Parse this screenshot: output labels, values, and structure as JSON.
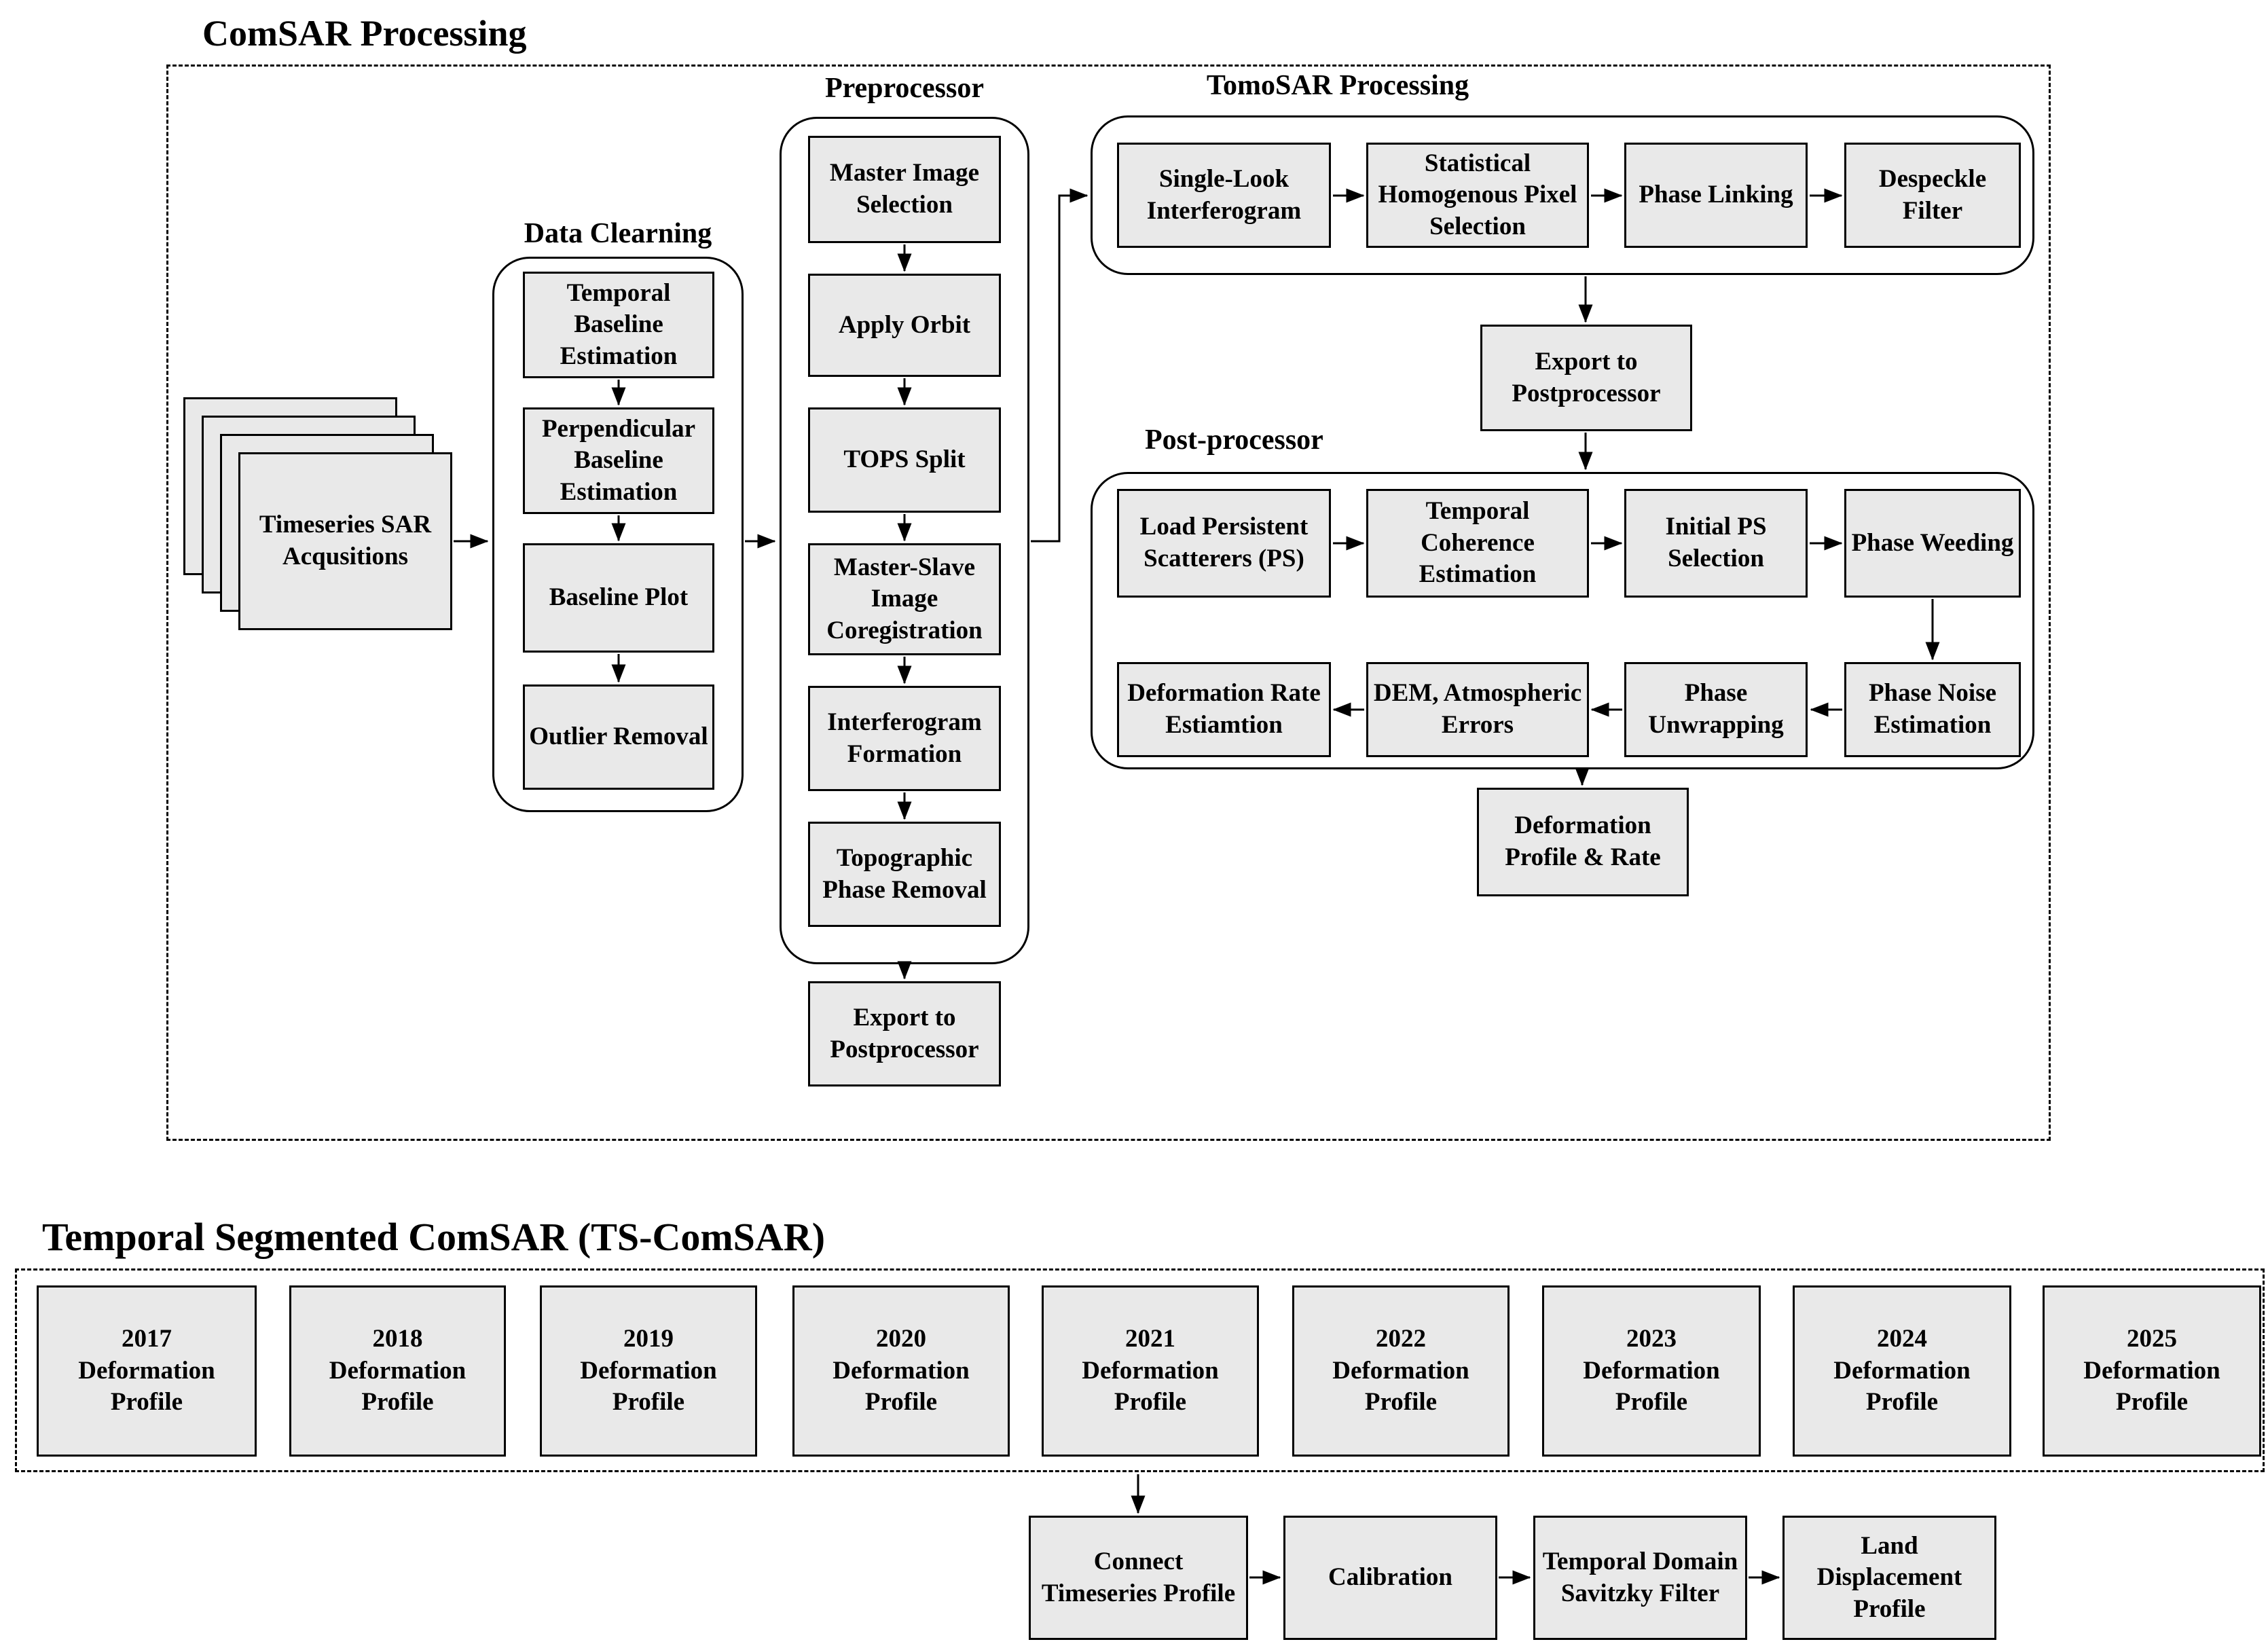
{
  "main_title": "ComSAR Processing",
  "comsar": {
    "input_stack_label": "Timeseries SAR Acqusitions",
    "data_clearning": {
      "label": "Data Clearning",
      "steps": [
        "Temporal Baseline Estimation",
        "Perpendicular Baseline Estimation",
        "Baseline Plot",
        "Outlier Removal"
      ]
    },
    "preprocessor": {
      "label": "Preprocessor",
      "steps": [
        "Master Image Selection",
        "Apply Orbit",
        "TOPS Split",
        "Master-Slave Image Coregistration",
        "Interferogram Formation",
        "Topographic Phase Removal"
      ],
      "export_label": "Export to Postprocessor"
    },
    "tomosar": {
      "label": "TomoSAR Processing",
      "steps": [
        "Single-Look Interferogram",
        "Statistical Homogenous Pixel Selection",
        "Phase Linking",
        "Despeckle Filter"
      ],
      "export_label": "Export to Postprocessor"
    },
    "postprocessor": {
      "label": "Post-processor",
      "row1": [
        "Load Persistent Scatterers (PS)",
        "Temporal Coherence Estimation",
        "Initial PS Selection",
        "Phase Weeding"
      ],
      "row2": [
        "Deformation Rate Estiamtion",
        "DEM, Atmospheric Errors",
        "Phase Unwrapping",
        "Phase Noise Estimation"
      ],
      "output_label": "Deformation Profile & Rate"
    }
  },
  "ts_comsar": {
    "title": "Temporal Segmented ComSAR (TS-ComSAR)",
    "year_profiles": [
      {
        "year": "2017",
        "label": "Deformation Profile"
      },
      {
        "year": "2018",
        "label": "Deformation Profile"
      },
      {
        "year": "2019",
        "label": "Deformation Profile"
      },
      {
        "year": "2020",
        "label": "Deformation Profile"
      },
      {
        "year": "2021",
        "label": "Deformation Profile"
      },
      {
        "year": "2022",
        "label": "Deformation Profile"
      },
      {
        "year": "2023",
        "label": "Deformation Profile"
      },
      {
        "year": "2024",
        "label": "Deformation Profile"
      },
      {
        "year": "2025",
        "label": "Deformation Profile"
      }
    ],
    "pipeline": [
      "Connect Timeseries Profile",
      "Calibration",
      "Temporal Domain Savitzky Filter",
      "Land Displacement Profile"
    ]
  },
  "colors": {
    "node_fill": "#e9e9e9",
    "node_border": "#000000",
    "background": "#ffffff"
  }
}
